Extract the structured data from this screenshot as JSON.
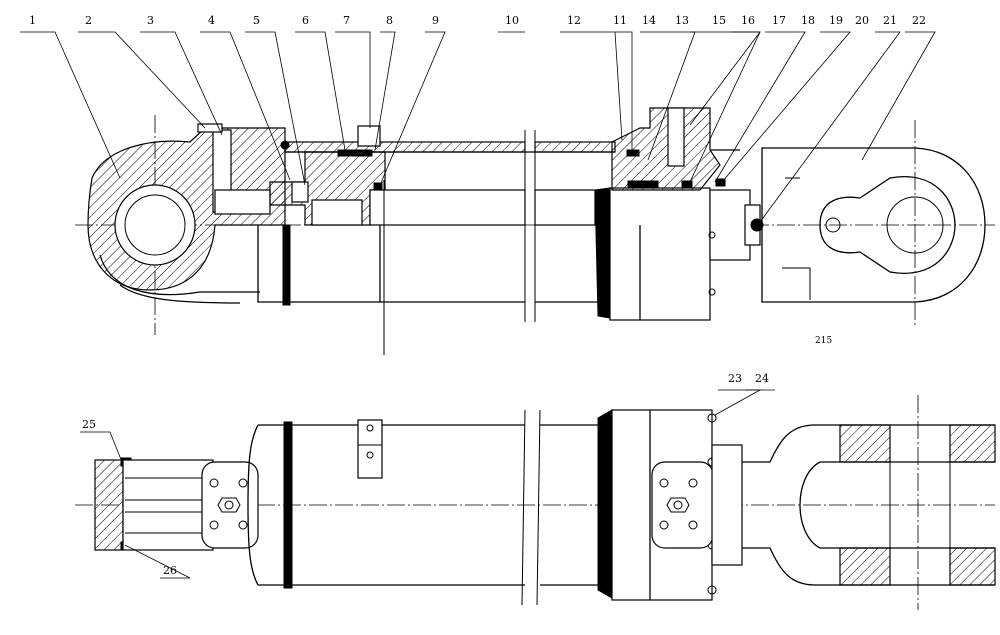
{
  "callouts_top": [
    "1",
    "2",
    "3",
    "4",
    "5",
    "6",
    "7",
    "8",
    "9",
    "10",
    "12",
    "11",
    "14",
    "13",
    "15",
    "16",
    "17",
    "18",
    "19",
    "20",
    "21",
    "22"
  ],
  "callouts_bottom": [
    "23",
    "24",
    "25",
    "26"
  ],
  "dimension_note": "215",
  "colors": {
    "line": "#000000",
    "background": "#ffffff"
  }
}
